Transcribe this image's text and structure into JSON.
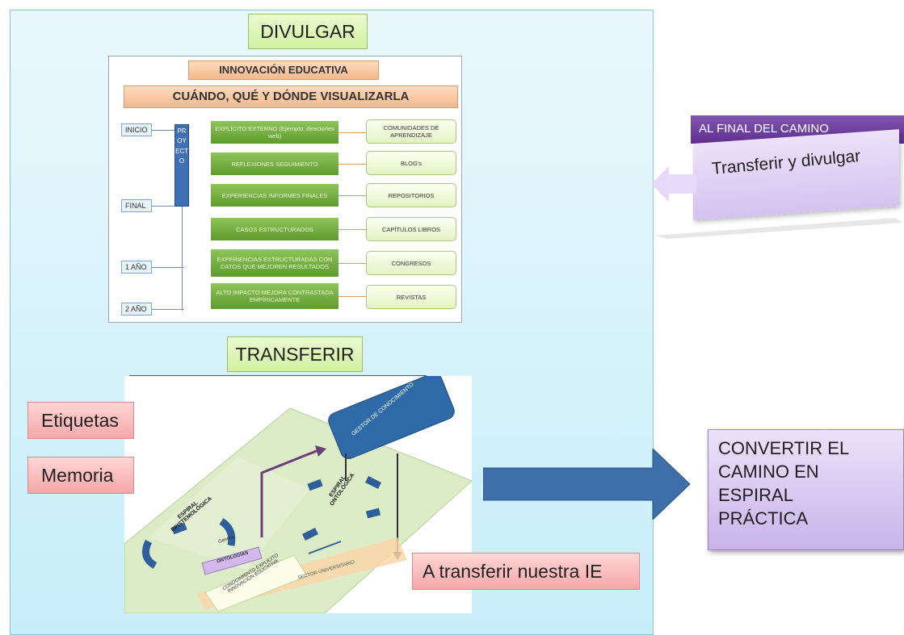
{
  "divulgar": {
    "title": "DIVULGAR",
    "banner_top": "INNOVACIÓN EDUCATIVA",
    "banner_sub": "CUÁNDO, QUÉ Y DÓNDE VISUALIZARLA",
    "timeline": [
      "INICIO",
      "FINAL",
      "1 AÑO",
      "2 AÑO"
    ],
    "vertical_label": "PROYECTO",
    "rows": [
      {
        "left": "EXPLÍCITO EXTERNO (Ejemplo: directories web)",
        "right": "COMUNIDADES DE APRENDIZAJE"
      },
      {
        "left": "REFLEXIONES SEGUIMIENTO",
        "right": "BLOG's"
      },
      {
        "left": "EXPERIENCIAS INFORMES FINALES",
        "right": "REPOSITORIOS"
      },
      {
        "left": "CASOS ESTRUCTURADOS",
        "right": "CAPÍTULOS LIBROS"
      },
      {
        "left": "EXPERIENCIAS ESTRUCTURADAS CON DATOS QUE MEJOREN RESULTADOS",
        "right": "CONGRESOS"
      },
      {
        "left": "ALTO IMPACTO MEJORA CONTRASTADA EMPÍRICAMENTE",
        "right": "REVISTAS"
      }
    ]
  },
  "transferir": {
    "title": "TRANSFERIR",
    "tag_etiquetas": "Etiquetas",
    "tag_memoria": "Memoria",
    "tag_transfer": "A transferir nuestra IE",
    "gestor": "GESTOR DE CONOCIMIENTO",
    "espiral_epist": "ESPIRAL EPISTEMOLÓGICA",
    "espiral_onto": "ESPIRAL ONTOLÓGICA",
    "genera": "Genera",
    "ontologias": "ONTOLOGÍAS",
    "conocimiento": "CONOCIMIENTO EXPLÍCITO INNOVACIÓN EDUCATIVA",
    "sector": "SECTOR UNIVERSITARIO"
  },
  "right": {
    "final_camino": "AL FINAL DEL CAMINO",
    "transfer_divulgar": "Transferir y divulgar",
    "convert": "CONVERTIR EL\nCAMINO EN\nESPIRAL\nPRÁCTICA"
  },
  "colors": {
    "panel": "#c6eef9",
    "purple_banner": "#6a3a9c",
    "arrow_blue": "#3a6fa8",
    "green": "#6aa33a",
    "gestor_blue": "#2e6aa8"
  }
}
